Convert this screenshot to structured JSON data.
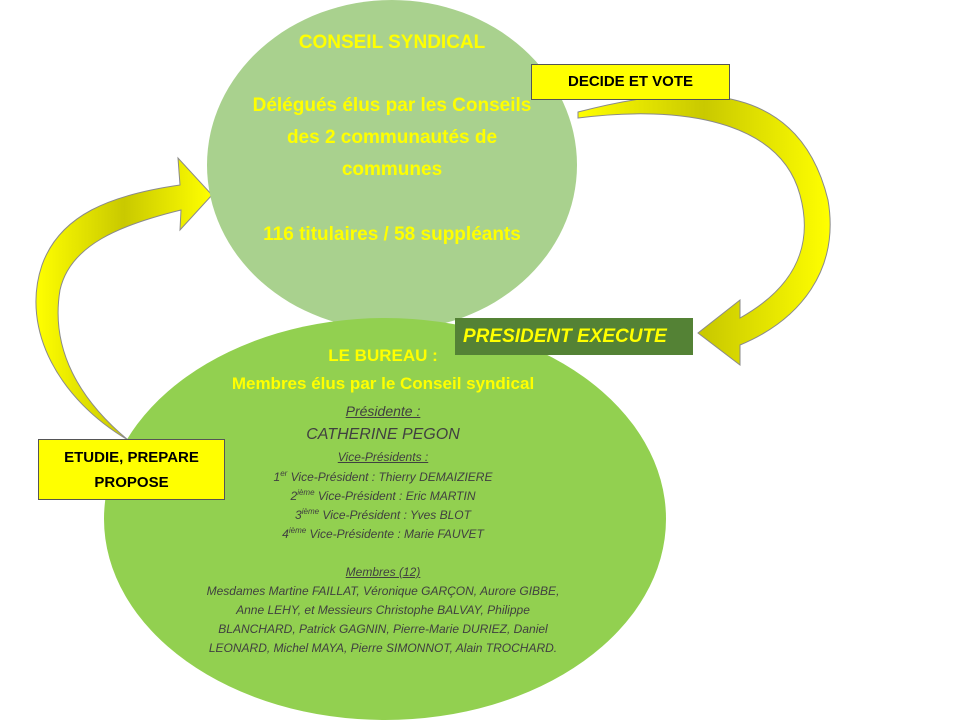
{
  "conseil": {
    "title": "CONSEIL SYNDICAL",
    "desc_lines": [
      "Délégués élus par les Conseils",
      "des 2 communautés de",
      "communes"
    ],
    "counts": "116 titulaires / 58 suppléants"
  },
  "labels": {
    "decide": "DECIDE ET VOTE",
    "president": "PRESIDENT EXECUTE",
    "etudie_line1": "ETUDIE, PREPARE",
    "etudie_line2": "PROPOSE"
  },
  "bureau": {
    "title": "LE BUREAU :",
    "subtitle": "Membres élus par le Conseil syndical",
    "presidente_label": "Présidente :",
    "presidente_name": "CATHERINE  PEGON",
    "vp_label": "Vice-Présidents :",
    "vice_presidents": [
      {
        "num": "1",
        "sup": "er",
        "text": " Vice-Président : Thierry DEMAIZIERE"
      },
      {
        "num": "2",
        "sup": "ième",
        "text": " Vice-Président : Eric MARTIN"
      },
      {
        "num": "3",
        "sup": "ième",
        "text": " Vice-Président : Yves BLOT"
      },
      {
        "num": "4",
        "sup": "ième",
        "text": " Vice-Présidente : Marie FAUVET"
      }
    ],
    "members_label": "Membres (12)",
    "members_lines": [
      "Mesdames Martine FAILLAT, Véronique GARÇON, Aurore GIBBE,",
      "Anne LEHY, et Messieurs Christophe BALVAY, Philippe",
      "BLANCHARD,  Patrick GAGNIN, Pierre-Marie DURIEZ, Daniel",
      "LEONARD, Michel MAYA, Pierre SIMONNOT, Alain TROCHARD."
    ]
  },
  "colors": {
    "top_ellipse": "#a9d18e",
    "bottom_ellipse": "#92d050",
    "text_yellow": "#ffff00",
    "president_box": "#548235",
    "arrow_fill": "#e6e600"
  }
}
